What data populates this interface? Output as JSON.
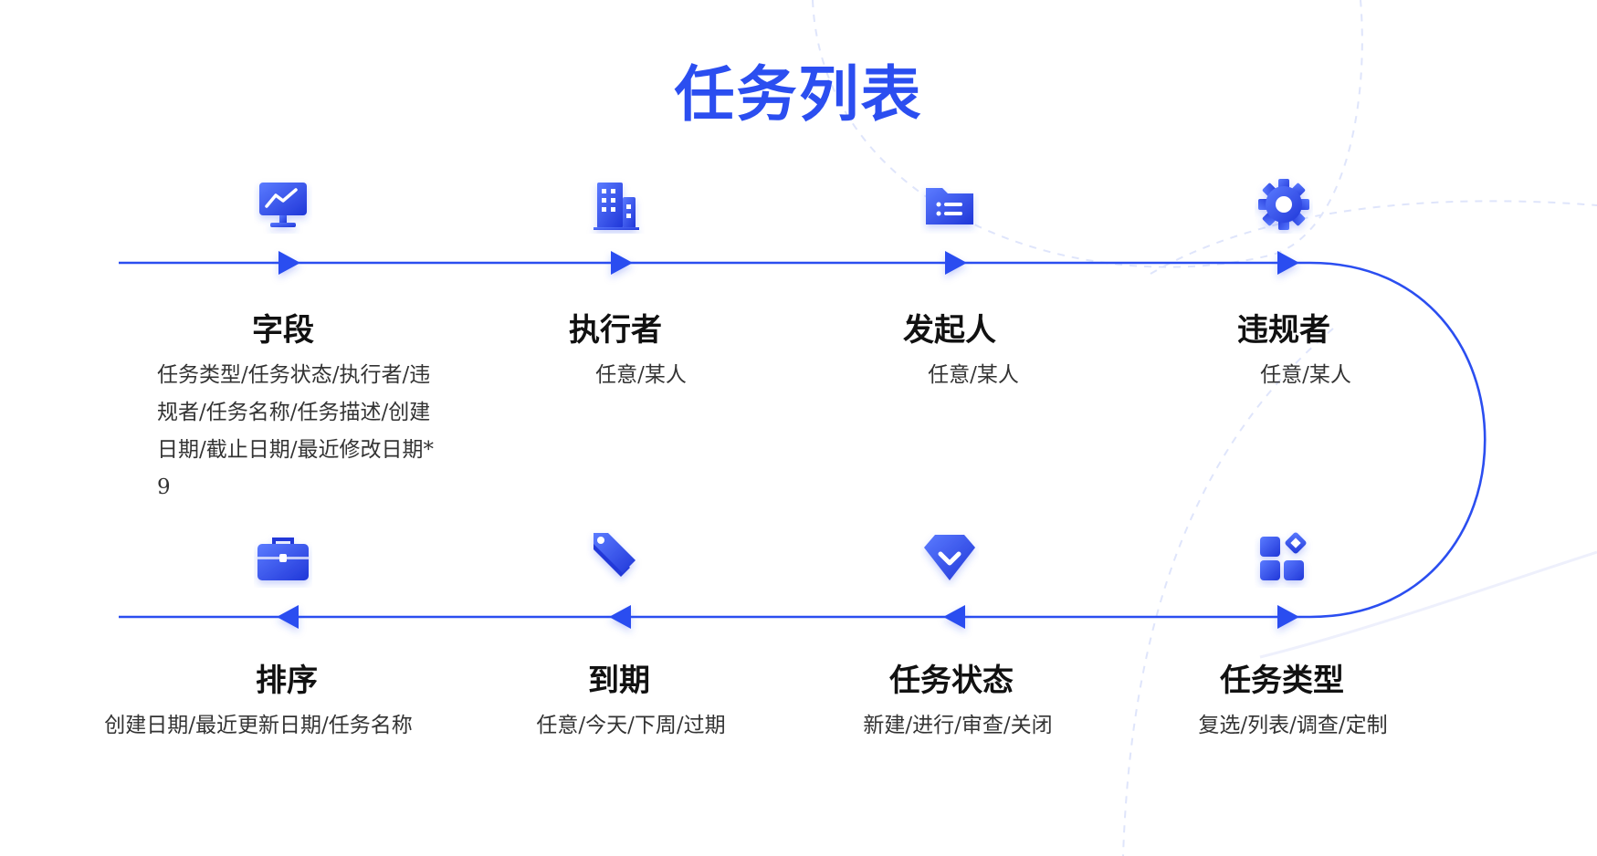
{
  "title": "任务列表",
  "colors": {
    "accent": "#2b4ef0",
    "line": "#2b4ef0",
    "icon_dark": "#2037d8",
    "icon_light": "#5b7bff"
  },
  "nodes": [
    {
      "id": "field",
      "label": "字段",
      "desc": "任务类型/任务状态/执行者/违规者/任务名称/任务描述/创建日期/截止日期/最近修改日期*9",
      "icon": "monitor-chart-icon",
      "arrow": "right"
    },
    {
      "id": "executor",
      "label": "执行者",
      "desc": "任意/某人",
      "icon": "building-icon",
      "arrow": "right"
    },
    {
      "id": "initiator",
      "label": "发起人",
      "desc": "任意/某人",
      "icon": "folder-list-icon",
      "arrow": "right"
    },
    {
      "id": "violator",
      "label": "违规者",
      "desc": "任意/某人",
      "icon": "gear-icon",
      "arrow": "right"
    },
    {
      "id": "sort",
      "label": "排序",
      "desc": "创建日期/最近更新日期/任务名称",
      "icon": "briefcase-icon",
      "arrow": "left"
    },
    {
      "id": "due",
      "label": "到期",
      "desc": "任意/今天/下周/过期",
      "icon": "tag-icon",
      "arrow": "left"
    },
    {
      "id": "status",
      "label": "任务状态",
      "desc": "新建/进行/审查/关闭",
      "icon": "shield-check-icon",
      "arrow": "left"
    },
    {
      "id": "type",
      "label": "任务类型",
      "desc": "复选/列表/调查/定制",
      "icon": "apps-icon",
      "arrow": "right"
    }
  ]
}
